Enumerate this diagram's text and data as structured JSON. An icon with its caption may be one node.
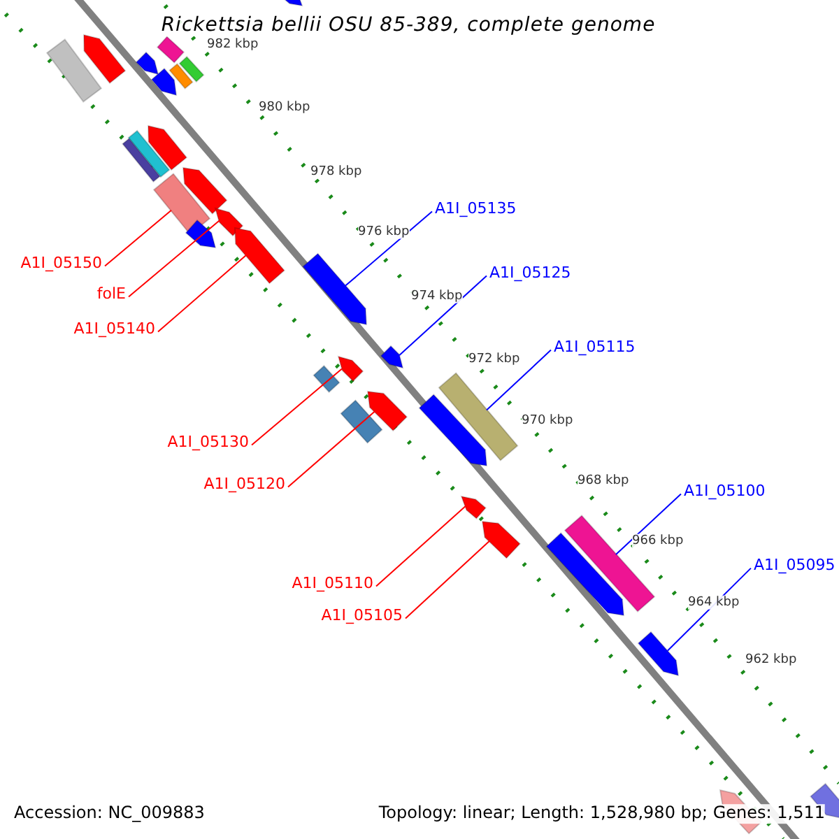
{
  "diagram": {
    "title": "Rickettsia bellii OSU 85-389, complete genome",
    "nodes": [
      {
        "text": [
          "A1I_05135"
        ]
      },
      {
        "text": [
          "A1I_05125"
        ]
      },
      {
        "text": [
          "A1I_05115"
        ]
      },
      {
        "text": [
          "A1I_05100"
        ]
      },
      {
        "text": [
          "A1I_05095"
        ]
      },
      {
        "text": [
          "A1I_05150"
        ]
      },
      {
        "text": [
          "folE"
        ]
      },
      {
        "text": [
          "A1I_05140"
        ]
      },
      {
        "text": [
          "A1I_05130"
        ]
      },
      {
        "text": [
          "A1I_05120"
        ]
      },
      {
        "text": [
          "A1I_05110"
        ]
      },
      {
        "text": [
          "A1I_05105"
        ]
      },
      {
        "text": [],
        "shape": "pentagon"
      },
      {
        "text": [],
        "shape": "pentagon"
      },
      {
        "text": [],
        "shape": "bar"
      },
      {
        "text": [],
        "shape": "bar"
      },
      {
        "text": [],
        "shape": "pentagon"
      },
      {
        "text": [],
        "shape": "bar"
      },
      {
        "text": [],
        "shape": "bar"
      },
      {
        "text": [],
        "shape": "pentagon"
      },
      {
        "text": [],
        "shape": "pentagon"
      },
      {
        "text": [],
        "shape": "bar"
      },
      {
        "text": [],
        "shape": "bar"
      },
      {
        "text": [],
        "shape": "pentagon"
      },
      {
        "text": [],
        "shape": "bar"
      },
      {
        "text": [],
        "shape": "pentagon"
      },
      {
        "text": [],
        "shape": "pentagon"
      },
      {
        "text": [],
        "shape": "pentagon"
      },
      {
        "text": [],
        "shape": "pentagon"
      },
      {
        "text": [],
        "shape": "pentagon"
      },
      {
        "text": [],
        "shape": "pentagon"
      },
      {
        "text": [],
        "shape": "bar"
      },
      {
        "text": [],
        "shape": "bar"
      },
      {
        "text": [],
        "shape": "pentagon"
      },
      {
        "text": [],
        "shape": "pentagon"
      },
      {
        "text": [],
        "shape": "bar"
      },
      {
        "text": [],
        "shape": "pentagon"
      },
      {
        "text": [],
        "shape": "pentagon"
      },
      {
        "text": [],
        "shape": "bar"
      },
      {
        "text": [],
        "shape": "pentagon"
      },
      {
        "text": [],
        "shape": "pentagon"
      },
      {
        "text": [],
        "shape": "pentagon"
      },
      {
        "text": [],
        "shape": "pentagon"
      }
    ],
    "edges": [
      {
        "from": 0,
        "to": 28,
        "arrow": "none",
        "color": "#0000ff"
      },
      {
        "from": 1,
        "to": 29,
        "arrow": "none",
        "color": "#0000ff"
      },
      {
        "from": 2,
        "to": 32,
        "arrow": "none",
        "color": "#0000ff"
      },
      {
        "from": 3,
        "to": 38,
        "arrow": "none",
        "color": "#0000ff"
      },
      {
        "from": 4,
        "to": 40,
        "arrow": "none",
        "color": "#0000ff"
      },
      {
        "from": 5,
        "to": 24,
        "arrow": "none"
      },
      {
        "from": 6,
        "to": 25,
        "arrow": "none"
      },
      {
        "from": 7,
        "to": 27,
        "arrow": "none"
      },
      {
        "from": 8,
        "to": 30,
        "arrow": "none"
      },
      {
        "from": 9,
        "to": 33,
        "arrow": "none"
      },
      {
        "from": 10,
        "to": 36,
        "arrow": "none"
      },
      {
        "from": 11,
        "to": 37,
        "arrow": "none"
      }
    ],
    "labels": [
      "982 kbp",
      "980 kbp",
      "978 kbp",
      "976 kbp",
      "974 kbp",
      "972 kbp",
      "970 kbp",
      "968 kbp",
      "966 kbp",
      "964 kbp",
      "962 kbp",
      "Accession: NC_009883",
      "Topology: linear; Length: 1,528,980 bp; Genes: 1,511"
    ]
  }
}
